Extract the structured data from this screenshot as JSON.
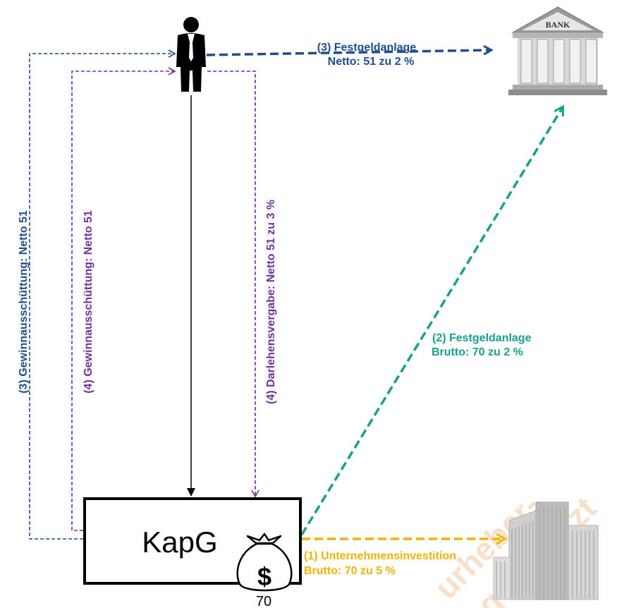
{
  "colors": {
    "navy": "#1F4E8C",
    "purple": "#7030A0",
    "teal": "#17A08C",
    "gold": "#F0B400",
    "black": "#000000",
    "watermark": "#F2C9A0"
  },
  "nodes": {
    "kapg": {
      "label": "KapG"
    },
    "bank": {
      "label": "BANK"
    },
    "money_bag": {
      "value": "70"
    }
  },
  "flows": {
    "festgeld_netto": {
      "line1": "(3) Festgeldanlage",
      "line2": "Netto: 51 zu 2 %"
    },
    "gewinn_3": {
      "label": "(3) Gewinnausschüttung: Netto 51"
    },
    "gewinn_4": {
      "label": "(4) Gewinnausschüttung: Netto 51"
    },
    "darlehen_4": {
      "label": "(4) Darlehensvergabe: Netto 51 zu 3 %"
    },
    "festgeld_brutto": {
      "line1": "(2) Festgeldanlage",
      "line2": "Brutto: 70 zu 2 %"
    },
    "investition": {
      "line1": "(1) Unternehmensinvestition",
      "line2": "Brutto: 70 zu 5 %"
    }
  },
  "watermark": {
    "line1": "urheber-",
    "line2": "geschützt"
  }
}
